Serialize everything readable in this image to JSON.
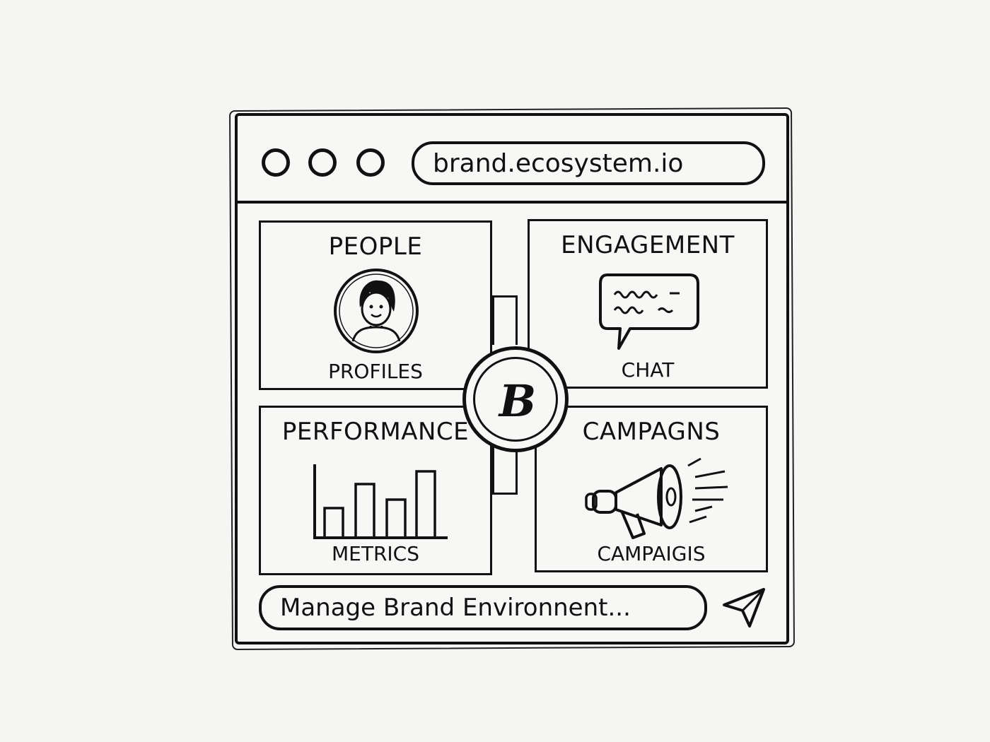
{
  "browser": {
    "url": "brand.ecosystem.io"
  },
  "panels": {
    "people": {
      "title": "PEOPLE",
      "caption": "PROFILES",
      "icon": "user-avatar-icon"
    },
    "engagement": {
      "title": "ENGAGEMENT",
      "caption": "CHAT",
      "icon": "chat-bubble-icon"
    },
    "performance": {
      "title": "PERFORMANCE",
      "caption": "METRICS",
      "icon": "bar-chart-icon"
    },
    "campaigns": {
      "title": "CAMPAGNS",
      "caption": "CAMPAIGIS",
      "icon": "megaphone-icon"
    }
  },
  "hub": {
    "letter": "B"
  },
  "composer": {
    "placeholder": "Manage Brand Environnent..."
  },
  "colors": {
    "ink": "#111111",
    "paper": "#f5f5f3"
  }
}
